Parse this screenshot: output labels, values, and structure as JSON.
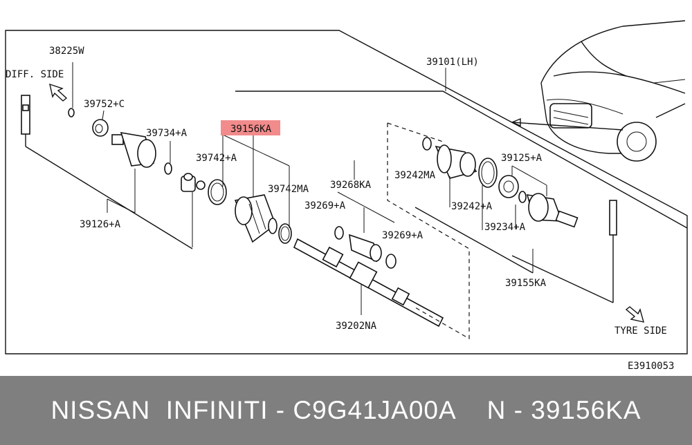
{
  "diagram": {
    "side_labels": {
      "diff_side": "DIFF. SIDE",
      "tyre_side": "TYRE SIDE"
    },
    "part_labels": {
      "p38225w": "38225W",
      "p39752c": "39752+C",
      "p39734a": "39734+A",
      "p39742a": "39742+A",
      "p39156ka": "39156KA",
      "p39742ma": "39742MA",
      "p39126a": "39126+A",
      "p39268ka": "39268KA",
      "p39269a_top": "39269+A",
      "p39269a_bottom": "39269+A",
      "p39202na": "39202NA",
      "p39101lh": "39101(LH)",
      "p39242ma": "39242MA",
      "p39125a": "39125+A",
      "p39242a": "39242+A",
      "p39234a": "39234+A",
      "p39155ka": "39155KA"
    },
    "highlight_color": "#f28b8b",
    "figure_code": "E3910053"
  },
  "footer": {
    "brand_text": "NISSAN  INFINITI - C9G41JA00A",
    "part_text": "N - 39156KA",
    "background_color": "#7f7f7f"
  }
}
